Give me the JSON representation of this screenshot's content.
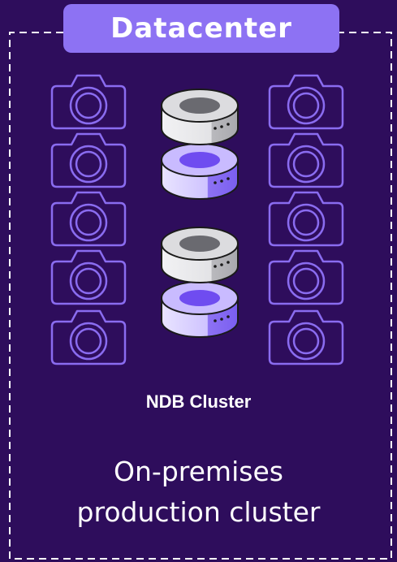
{
  "title": "Datacenter",
  "cluster_label": "NDB Cluster",
  "subtitle_lines": [
    "On-premises",
    "production cluster"
  ],
  "colors": {
    "background": "#2e0d5c",
    "badge": "#8d72f3",
    "icon_stroke": "#8a6cf0",
    "border": "#ffffff",
    "disk_gray_top": "#d9d9dc",
    "disk_purple_top": "#c9bbff",
    "disk_purple_core": "#6f4cf0"
  },
  "icons": {
    "left_column": [
      "camera-icon",
      "camera-icon",
      "camera-icon",
      "camera-icon",
      "camera-icon"
    ],
    "right_column": [
      "camera-icon",
      "camera-icon",
      "camera-icon",
      "camera-icon",
      "camera-icon"
    ],
    "center_stacks": [
      "database-node-stack-icon",
      "database-node-stack-icon"
    ]
  }
}
